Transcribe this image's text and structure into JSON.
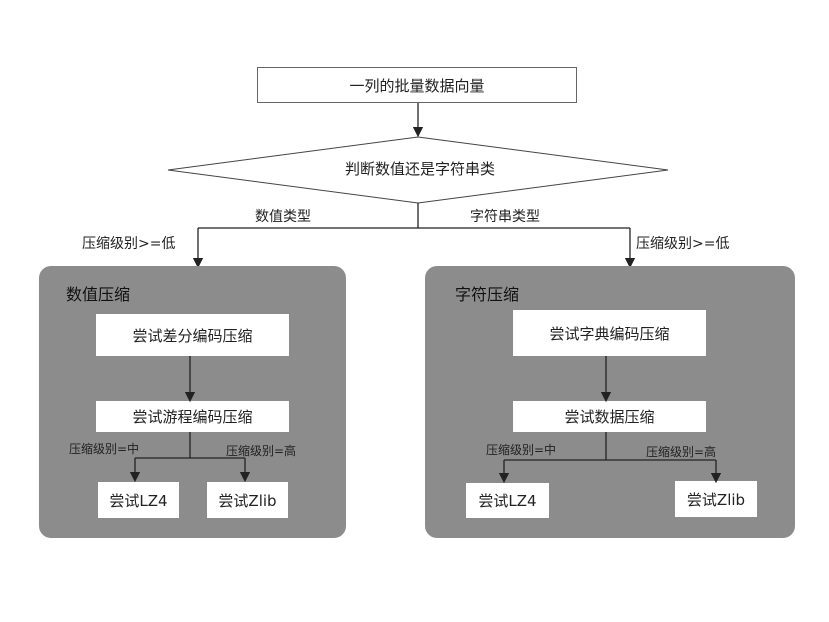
{
  "start_box": "一列的批量数据向量",
  "decision": "判断数值还是字符串类",
  "branch_left": "数值类型",
  "branch_right": "字符串类型",
  "cond_left": "压缩级别>=低",
  "cond_right": "压缩级别>=低",
  "numeric_panel": {
    "title": "数值压缩",
    "step1": "尝试差分编码压缩",
    "step2": "尝试游程编码压缩",
    "cond_mid": "压缩级别=中",
    "cond_high": "压缩级别=高",
    "leaf_lz4": "尝试LZ4",
    "leaf_zlib": "尝试Zlib"
  },
  "string_panel": {
    "title": "字符压缩",
    "step1": "尝试字典编码压缩",
    "step2": "尝试数据压缩",
    "cond_mid": "压缩级别=中",
    "cond_high": "压缩级别=高",
    "leaf_lz4": "尝试LZ4",
    "leaf_zlib": "尝试Zlib"
  },
  "colors": {
    "panel": "#8c8c8c",
    "line": "#222222",
    "box": "#ffffff"
  }
}
